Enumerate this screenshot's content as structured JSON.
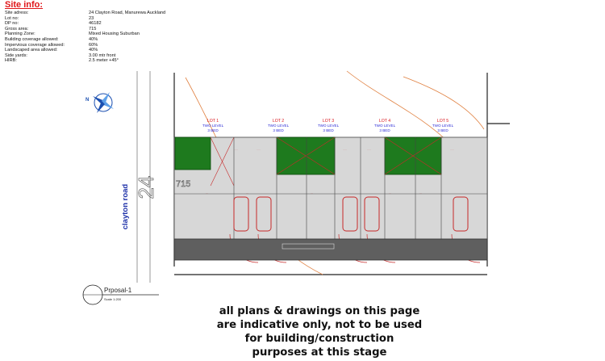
{
  "site_info": {
    "title": "Site info:",
    "rows": [
      {
        "label": "Site adress:",
        "value": "24 Clayton Road, Manurewa Auckland"
      },
      {
        "label": "Lot no:",
        "value": "23"
      },
      {
        "label": "DP no:",
        "value": "46182"
      },
      {
        "label": "Gross area:",
        "value": "715"
      },
      {
        "label": "Planning Zone:",
        "value": "Mixed Housing Suburban"
      },
      {
        "label": "Building coverage allowed:",
        "value": "40%"
      },
      {
        "label": "Impervious coverage allowed:",
        "value": "60%"
      },
      {
        "label": "Landscaped area allowed:",
        "value": "40%"
      },
      {
        "label": "Side yards:",
        "value": "3.00 mtr front"
      },
      {
        "label": "HIRB:",
        "value": "2.5 meter +45°"
      }
    ]
  },
  "plan": {
    "street_label": "clayton road",
    "lot_number": "24",
    "area_label": "715",
    "lots": [
      {
        "name": "LOT 1",
        "levels": "TWO LEVEL",
        "beds": "3 BED"
      },
      {
        "name": "LOT 2",
        "levels": "TWO LEVEL",
        "beds": "3 BED"
      },
      {
        "name": "LOT 3",
        "levels": "TWO LEVEL",
        "beds": "3 BED"
      },
      {
        "name": "LOT 4",
        "levels": "TWO LEVEL",
        "beds": "3 BED"
      },
      {
        "name": "LOT 5",
        "levels": "TWO LEVEL",
        "beds": "3 BED"
      }
    ],
    "proposal_title": "Prposal-1",
    "proposal_scale": "Scale 1:200",
    "north_label": "N"
  },
  "disclaimer": [
    "all plans & drawings on this page",
    "are indicative only, not to be used",
    "for building/construction",
    "purposes at this stage"
  ],
  "colors": {
    "title_red": "#e0161a",
    "lot_label_red": "#d8141c",
    "lot_sub_blue": "#2b2bd6",
    "garden_green": "#1e7a1e",
    "driveway_gray": "#5f5f5f",
    "building_gray": "#d7d7d7",
    "street_label_blue": "#1c2fa8"
  }
}
